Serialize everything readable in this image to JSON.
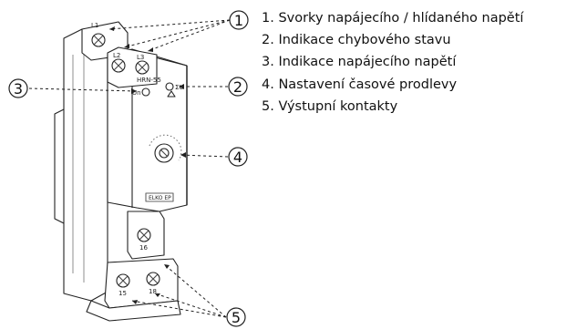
{
  "device": {
    "model": "HRN-55",
    "led_un": "Un",
    "led_fault": "ΣU",
    "brand": "ELKO EP",
    "terminals": {
      "top_left": "L1",
      "top_mid": "L2",
      "top_right": "L3",
      "out_16a": "16",
      "out_15": "15",
      "out_18": "18"
    }
  },
  "callouts": {
    "c1": "1",
    "c2": "2",
    "c3": "3",
    "c4": "4",
    "c5": "5"
  },
  "legend": [
    "1. Svorky napájecího / hlídaného napětí",
    "2. Indikace chybového stavu",
    "3. Indikace napájecího napětí",
    "4. Nastavení časové prodlevy",
    "5. Výstupní kontakty"
  ]
}
